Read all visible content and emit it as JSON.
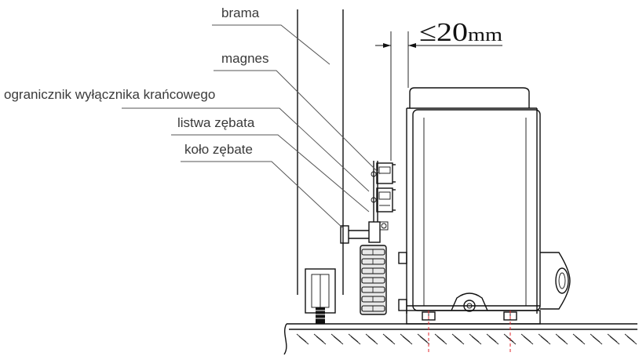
{
  "labels": {
    "brama": "brama",
    "magnes": "magnes",
    "ogranicznik": "ogranicznik wyłącznika krańcowego",
    "listwa": "listwa zębata",
    "kolo": "koło zębate"
  },
  "dimension": {
    "symbol": "≤",
    "value": "20",
    "unit": "mm"
  },
  "colors": {
    "line": "#111111",
    "label_text": "#3a3a3a",
    "centerline": "#e0272c"
  }
}
